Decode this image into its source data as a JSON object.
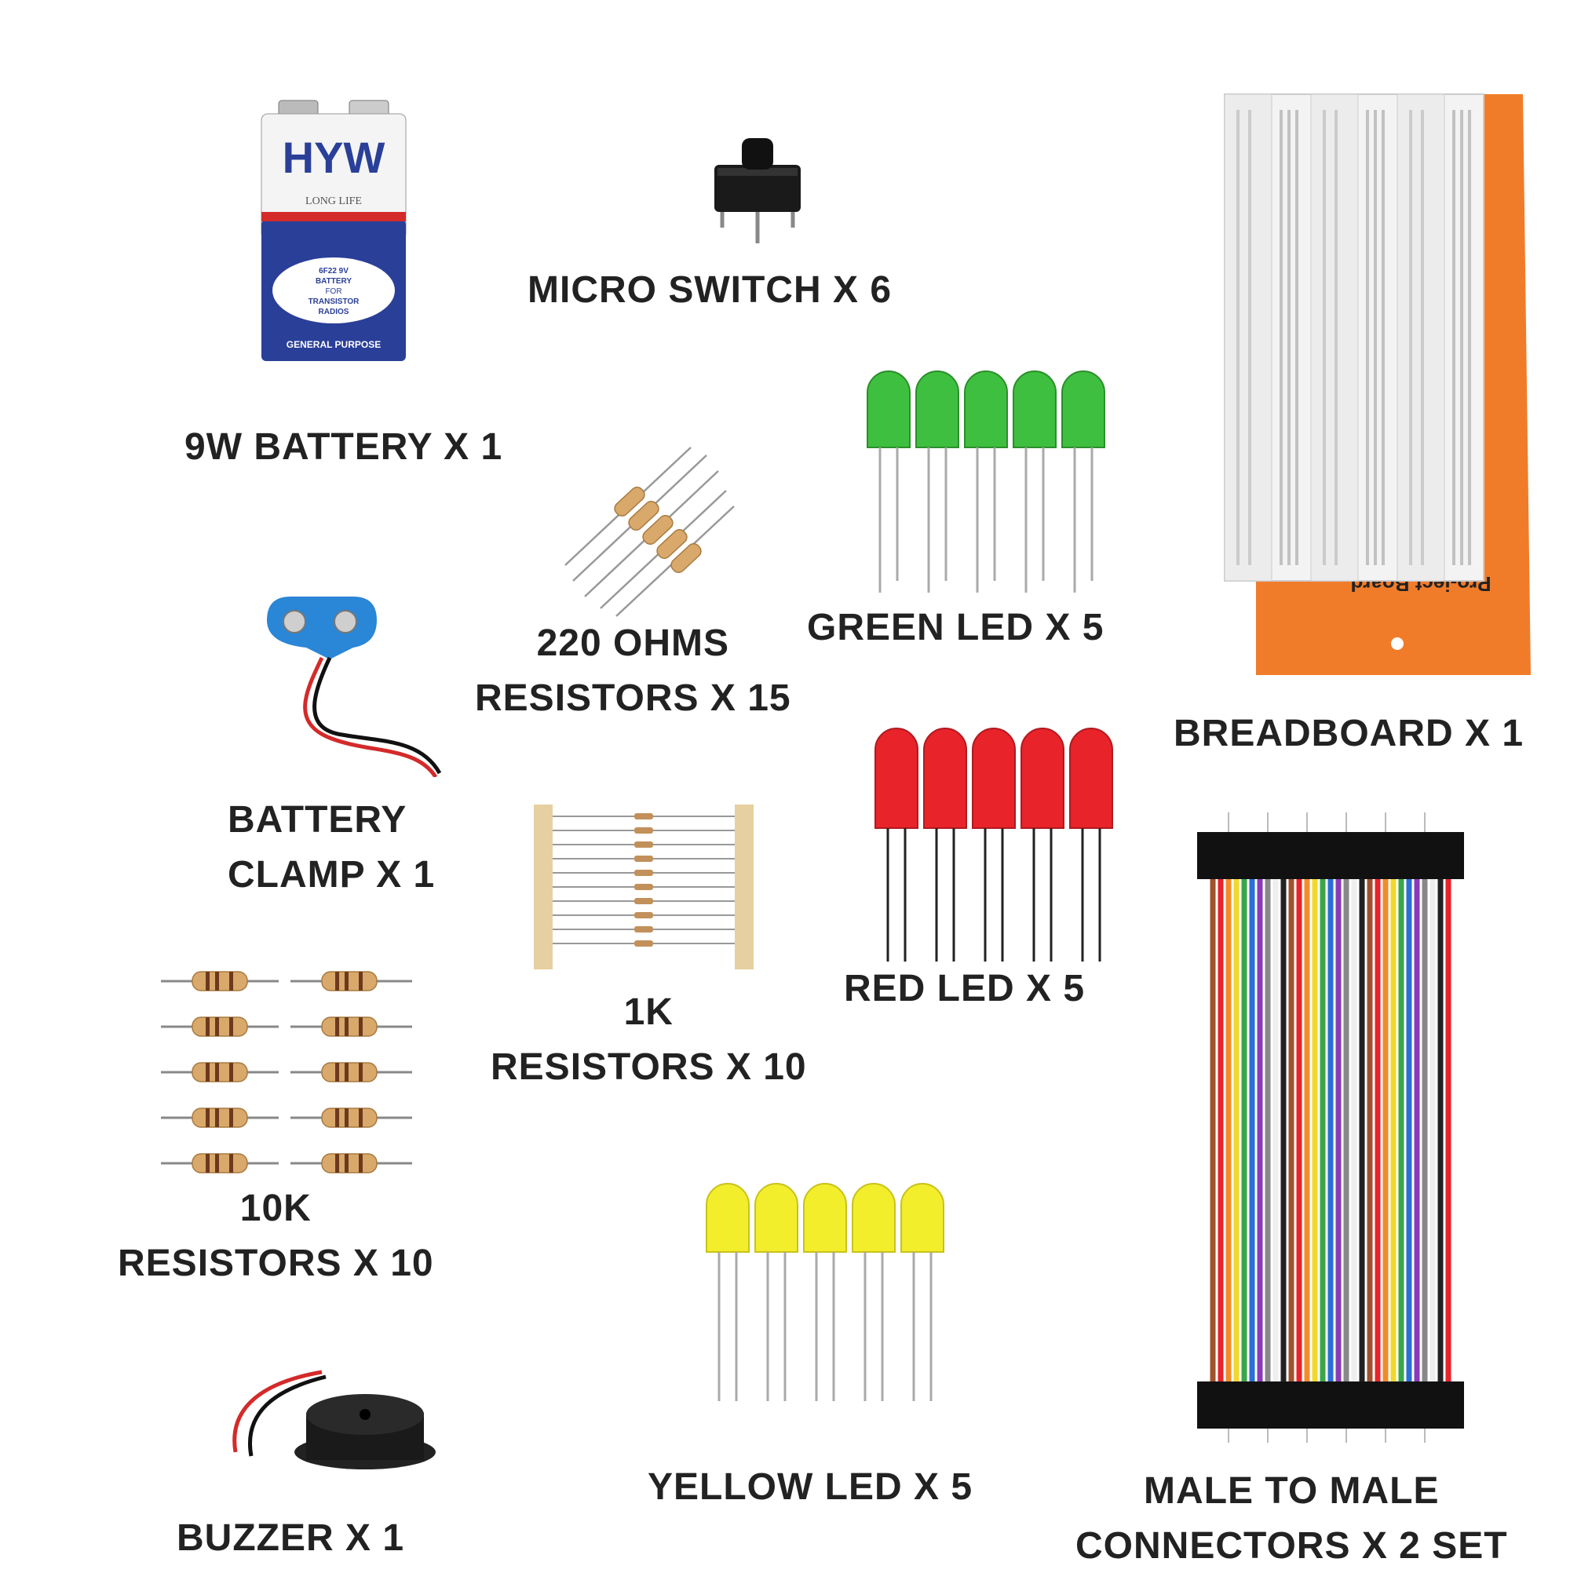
{
  "battery": {
    "label": "9W BATTERY X 1",
    "brand": "HYW",
    "tagline": "LONG LIFE",
    "oval_text": [
      "6F22 9V",
      "BATTERY",
      "FOR",
      "TRANSISTOR",
      "RADIOS"
    ],
    "footer": "GENERAL PURPOSE"
  },
  "switch": {
    "label": "MICRO SWITCH  X 6"
  },
  "green_led": {
    "label": "GREEN LED  X 5",
    "color": "#3fbf3f"
  },
  "red_led": {
    "label": "RED LED  X 5",
    "color": "#e8232a"
  },
  "yellow_led": {
    "label": "YELLOW LED  X 5",
    "color": "#f2ee2c"
  },
  "res220": {
    "line1": "220 OHMS",
    "line2": "RESISTORS X 15"
  },
  "res1k": {
    "line1": "1K",
    "line2": "RESISTORS X 10"
  },
  "res10k": {
    "line1": "10K",
    "line2": "RESISTORS X 10"
  },
  "clamp": {
    "line1": "BATTERY",
    "line2": "CLAMP X 1"
  },
  "buzzer": {
    "label": "BUZZER X 1"
  },
  "breadboard": {
    "label": "BREADBOARD X 1",
    "base_text": "Pro-ject Board",
    "base_color": "#f07c2a"
  },
  "connectors": {
    "line1": "MALE TO MALE",
    "line2": "CONNECTORS X 2 SET"
  },
  "colors": {
    "text": "#222222",
    "battery_blue": "#2a3f98",
    "battery_red": "#d42a2a"
  }
}
